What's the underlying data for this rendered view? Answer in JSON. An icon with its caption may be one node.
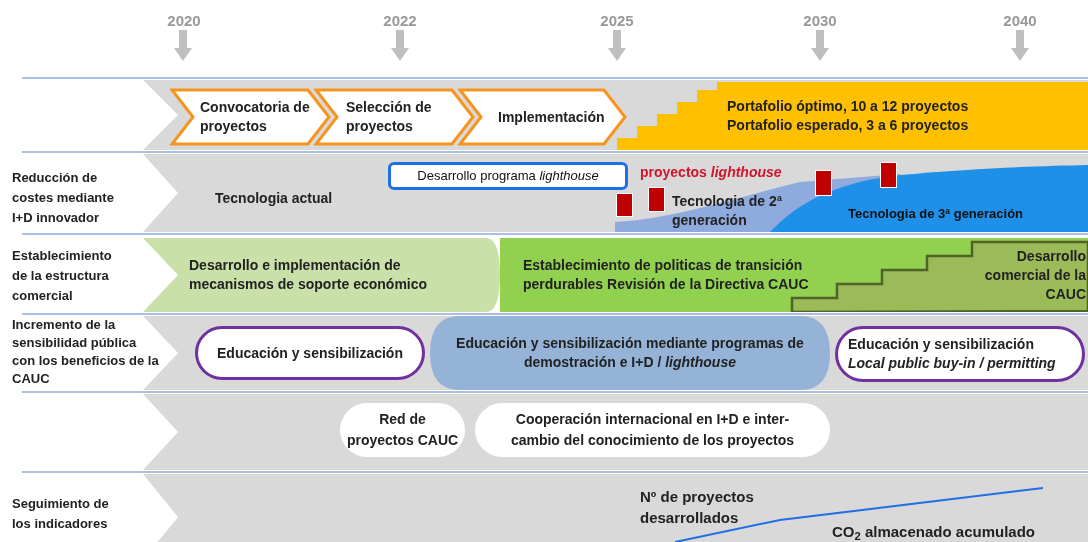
{
  "diagram": {
    "nodes": [
      {
        "text": [
          "Convocatoria de proyectos"
        ]
      },
      {
        "text": [
          "Selección de proyectos"
        ]
      },
      {
        "text": [
          "Implementación"
        ]
      },
      {
        "text": [
          "Portafolio óptimo,  10 a 12 proyectos",
          "Portafolio esperado, 3 a 6 proyectos"
        ]
      },
      {
        "text": [
          "Tecnologia actual"
        ]
      },
      {
        "text": [
          "Desarrollo programa *lighthouse*"
        ]
      },
      {
        "text": [],
        "shape": "bar"
      },
      {
        "text": [],
        "shape": "bar"
      },
      {
        "text": [],
        "shape": "bar"
      },
      {
        "text": [],
        "shape": "bar"
      },
      {
        "text": [
          "Tecnologia de 2ª generación"
        ]
      },
      {
        "text": [
          "Tecnologia de 3ª generación"
        ]
      },
      {
        "text": [
          "Desarrollo e implementación de mecanismos de soporte económico"
        ]
      },
      {
        "text": [
          "Establecimiento de politicas de transición perdurables Revisión de la Directiva CAUC"
        ]
      },
      {
        "text": [
          "Desarrollo comercial de la CAUC"
        ],
        "in": 13
      },
      {
        "text": [
          "Educación y sensibilización"
        ]
      },
      {
        "text": [
          "Educación y sensibilización mediante programas de demostración e I+D / *lighthouse*"
        ]
      },
      {
        "text": [
          "Educación y sensibilización",
          "Local public buy-in / permitting"
        ]
      },
      {
        "text": [
          "Red de proyectos CAUC"
        ]
      },
      {
        "text": [
          "Cooperación internacional en I+D e inter- cambio del conocimiento de los proyectos"
        ]
      }
    ],
    "labels": [
      "2020",
      "2022",
      "2025",
      "2030",
      "2040",
      "Reducción de costes mediante I+D innovador",
      "proyectos *lighthouse*",
      "Establecimiento de la estructura comercial",
      "Incremento de la sensibilidad pública con los beneficios de la CAUC",
      "Seguimiento de los indicadores",
      "Nº de proyectos desarrollados",
      "CO$_{2}$ almacenado acumulado"
    ]
  }
}
